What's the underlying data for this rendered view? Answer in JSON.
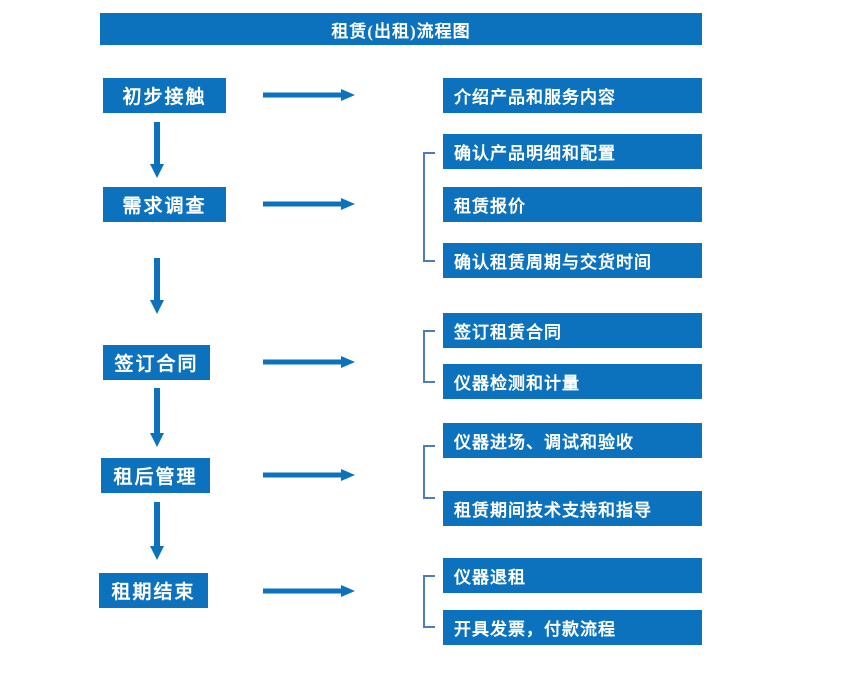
{
  "title": "租赁(出租)流程图",
  "colors": {
    "primary_blue": "#0d72be",
    "bracket_blue": "#4d7ebb",
    "text_white": "#ffffff",
    "background": "#ffffff"
  },
  "groups": [
    {
      "step": "初步接触",
      "details": [
        "介绍产品和服务内容"
      ]
    },
    {
      "step": "需求调查",
      "details": [
        "确认产品明细和配置",
        "租赁报价",
        "确认租赁周期与交货时间"
      ]
    },
    {
      "step": "签订合同",
      "details": [
        "签订租赁合同",
        "仪器检测和计量"
      ]
    },
    {
      "step": "租后管理",
      "details": [
        "仪器进场、调试和验收",
        "租赁期间技术支持和指导"
      ]
    },
    {
      "step": "租期结束",
      "details": [
        "仪器退租",
        "开具发票，付款流程"
      ]
    }
  ]
}
